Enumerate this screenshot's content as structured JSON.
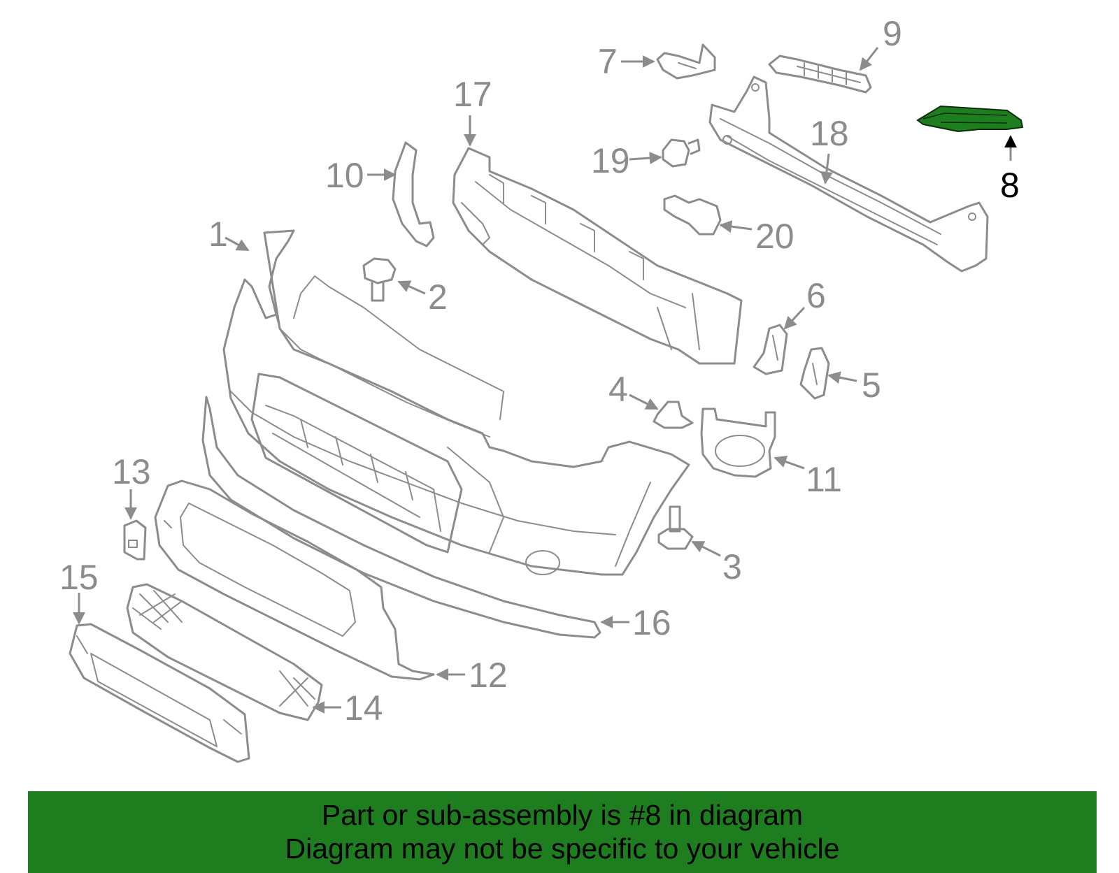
{
  "diagram": {
    "highlight_color": "#1e7d1e",
    "line_color": "#8c8c8c",
    "highlighted_part": "8",
    "callouts": [
      "1",
      "2",
      "3",
      "4",
      "5",
      "6",
      "7",
      "8",
      "9",
      "10",
      "11",
      "12",
      "13",
      "14",
      "15",
      "16",
      "17",
      "18",
      "19",
      "20"
    ]
  },
  "banner": {
    "line1": "Part or sub-assembly is #8 in diagram",
    "line2": "Diagram may not be specific to your vehicle"
  }
}
